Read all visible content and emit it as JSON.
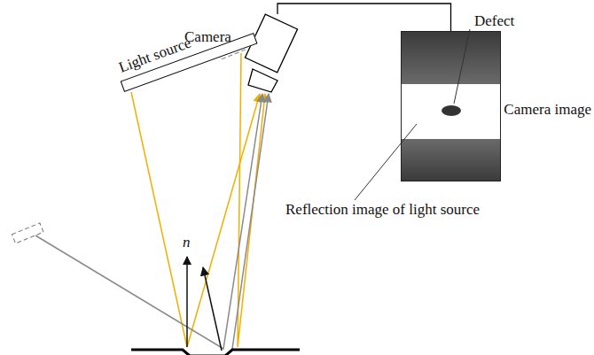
{
  "diagram": {
    "nodes": [
      {
        "text": [
          "Light source"
        ]
      },
      {
        "text": [
          "Camera"
        ]
      },
      {
        "text": [
          "Camera image"
        ]
      }
    ],
    "edges": [
      {
        "from": 1,
        "to": 2,
        "arrow": "none"
      }
    ],
    "labels": [
      "n",
      "Defect",
      "Reflection image of light source"
    ]
  }
}
